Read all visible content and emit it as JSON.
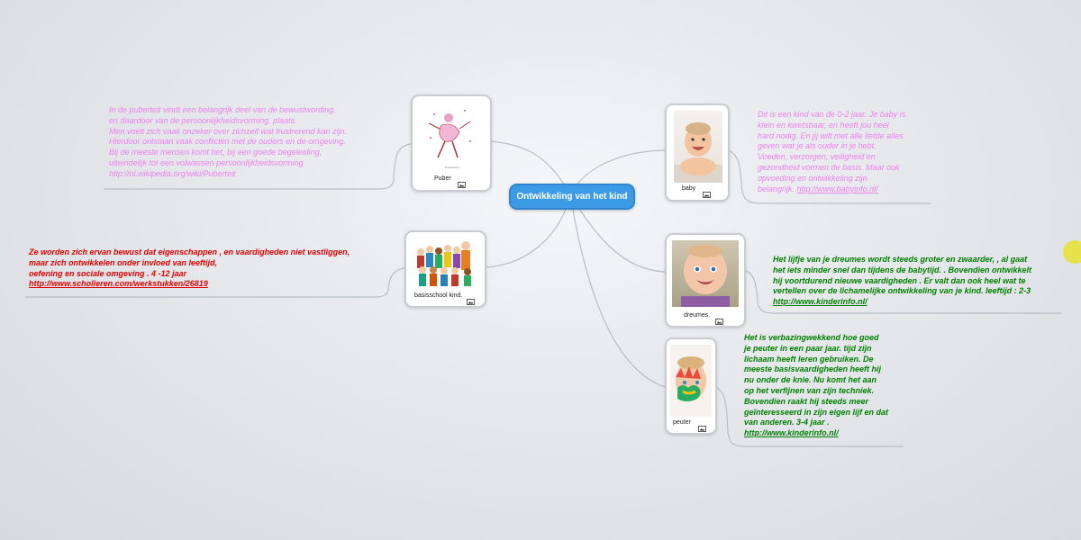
{
  "central": {
    "label": "Ontwikkeling van het kind"
  },
  "nodes": {
    "puber": {
      "label": "Puber",
      "image_caption": "Powered by ...",
      "note": [
        "In de puberteit vindt een belangrijk deel van de bewustwording,",
        "en daardoor van de persoonlijkheidsvorming, plaats.",
        "Men voelt zich vaak onzeker over zichzelf wat frustrerend kan zijn.",
        "Hierdoor ontstaan vaak conflicten met de ouders en de omgeving.",
        "Bij de meeste mensen komt het, bij een goede begeleiding,",
        "uiteindelijk tot een volwassen persoonlijkheidsvorming",
        "http://nl.wikipedia.org/wiki/Puberteit"
      ]
    },
    "basisschool": {
      "label": "basisschool kind.",
      "note": [
        "Ze worden zich ervan bewust dat eigenschappen , en vaardigheden niet vastliggen,",
        "maar zich ontwikkelen onder invloed van leeftijd,",
        "oefening en sociale omgeving .      4 -12 jaar"
      ],
      "link": "http://www.scholieren.com/werkstukken/26819"
    },
    "baby": {
      "label": "baby",
      "note": [
        "Dit is een kind van de 0-2 jaar. Je baby is",
        "klein en kwetsbaar, en heeft jou heel",
        "hard nodig. En jij wilt met alle liefde alles",
        "geven wat je als ouder in je hebt.",
        "Voeden, verzorgen, veiligheid en",
        "gezondheid vormen de basis. Maar ook",
        "opvoeding en ontwikkeling zijn"
      ],
      "note_last_prefix": "belangrijk. ",
      "link": "http://www.babyinfo.nl/"
    },
    "dreumes": {
      "label": "dreumes.",
      "note": [
        "Het lijfje van je dreumes wordt steeds groter en zwaarder, , al gaat",
        "het iets minder snel dan tijdens de babytijd. . Bovendien ontwikkelt",
        "hij voortdurend nieuwe vaardigheden . Er valt dan ook heel wat te",
        "vertellen over de lichamelijke ontwikkeling van je kind.  leeftijd : 2-3"
      ],
      "link": "http://www.kinderinfo.nl/"
    },
    "peuter": {
      "label": "peuter",
      "note": [
        "Het is verbazingwekkend hoe goed",
        "je peuter in een paar jaar. tijd zijn",
        "lichaam heeft leren gebruiken. De",
        "meeste basisvaardigheden heeft hij",
        "nu onder de knie. Nu komt het aan",
        "op het verfijnen van zijn techniek.",
        "Bovendien raakt hij steeds meer",
        "geïnteresseerd in zijn eigen lijf en dat",
        "van anderen. 3-4 jaar  ."
      ],
      "link": "http://www.kinderinfo.nl/"
    }
  },
  "colors": {
    "central_bg": "#3d9be6",
    "puber_note": "#ee82ee",
    "baby_note": "#ee82ee",
    "basisschool_note": "#e00000",
    "dreumes_note": "#008000",
    "peuter_note": "#008000",
    "connector": "#b9bec6"
  },
  "icons": {
    "image_badge": "image-icon"
  }
}
